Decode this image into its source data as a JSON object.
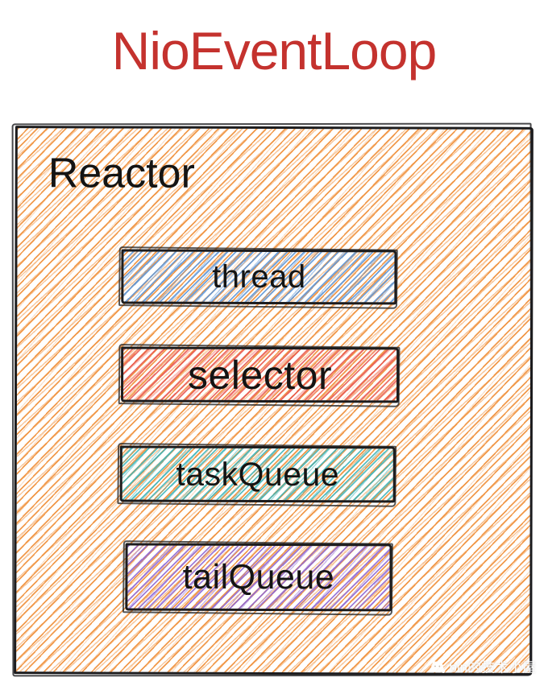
{
  "title": "NioEventLoop",
  "reactor": {
    "label": "Reactor"
  },
  "components": [
    {
      "name": "thread",
      "label": "thread",
      "hatch_color": "#5f97d8"
    },
    {
      "name": "selector",
      "label": "selector",
      "hatch_color": "#e8564e"
    },
    {
      "name": "taskQueue",
      "label": "taskQueue",
      "hatch_color": "#3cb4b8"
    },
    {
      "name": "tailQueue",
      "label": "tailQueue",
      "hatch_color": "#8d66d4"
    }
  ],
  "watermark": {
    "text": "bin的技术小屋",
    "icon": "cat-logo-icon"
  },
  "colors": {
    "title_red": "#c4322e",
    "container_hatch_orange": "#f0923e",
    "outline_black": "#1c1c1e",
    "background": "#ffffff"
  }
}
